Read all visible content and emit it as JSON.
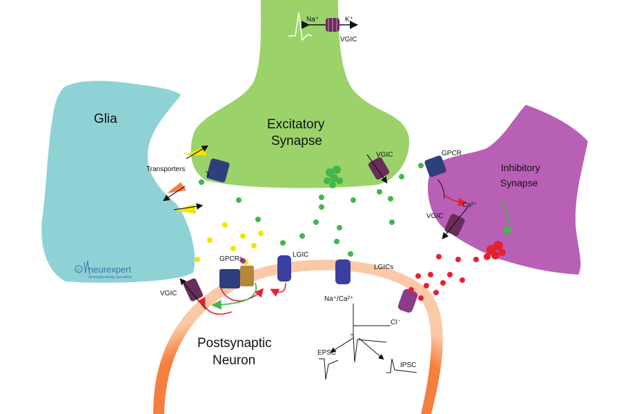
{
  "labels": {
    "glia": "Glia",
    "excitatory_line1": "Excitatory",
    "excitatory_line2": "Synapse",
    "inhibitory_line1": "Inhibitory",
    "inhibitory_line2": "Synapse",
    "postsynaptic_line1": "Postsynaptic",
    "postsynaptic_line2": "Neuron",
    "transporters": "Transporters",
    "vgic_top": "VGIC",
    "vgic_excitatory": "VGIC",
    "vgic_inhibitory": "VGIC",
    "vgic_neuron": "VGIC",
    "gpcr": "GPCR",
    "gpcrs": "GPCRs",
    "lgic": "LGIC",
    "lgics": "LGICs",
    "na_top": "Na⁺",
    "k_top": "K⁺",
    "ca_inhib": "Ca²⁺",
    "na_ca": "Na⁺/Ca²⁺",
    "cl": "Cl⁻",
    "epsc": "EPSC",
    "ipsc": "IPSC"
  },
  "logo": {
    "text": "neurexpert",
    "tagline": "electrophysiology specialists"
  },
  "colors": {
    "glia": "#8fd2d6",
    "excitatory": "#9bd36a",
    "inhibitory": "#b860b6",
    "neuron_membrane": "#f57f3e",
    "glutamate": "#43b649",
    "yellow_ligand": "#f5e400",
    "gaba": "#e8202c",
    "channel_purple": "#6a2c5a",
    "lgic_blue": "#3a3fa0"
  }
}
